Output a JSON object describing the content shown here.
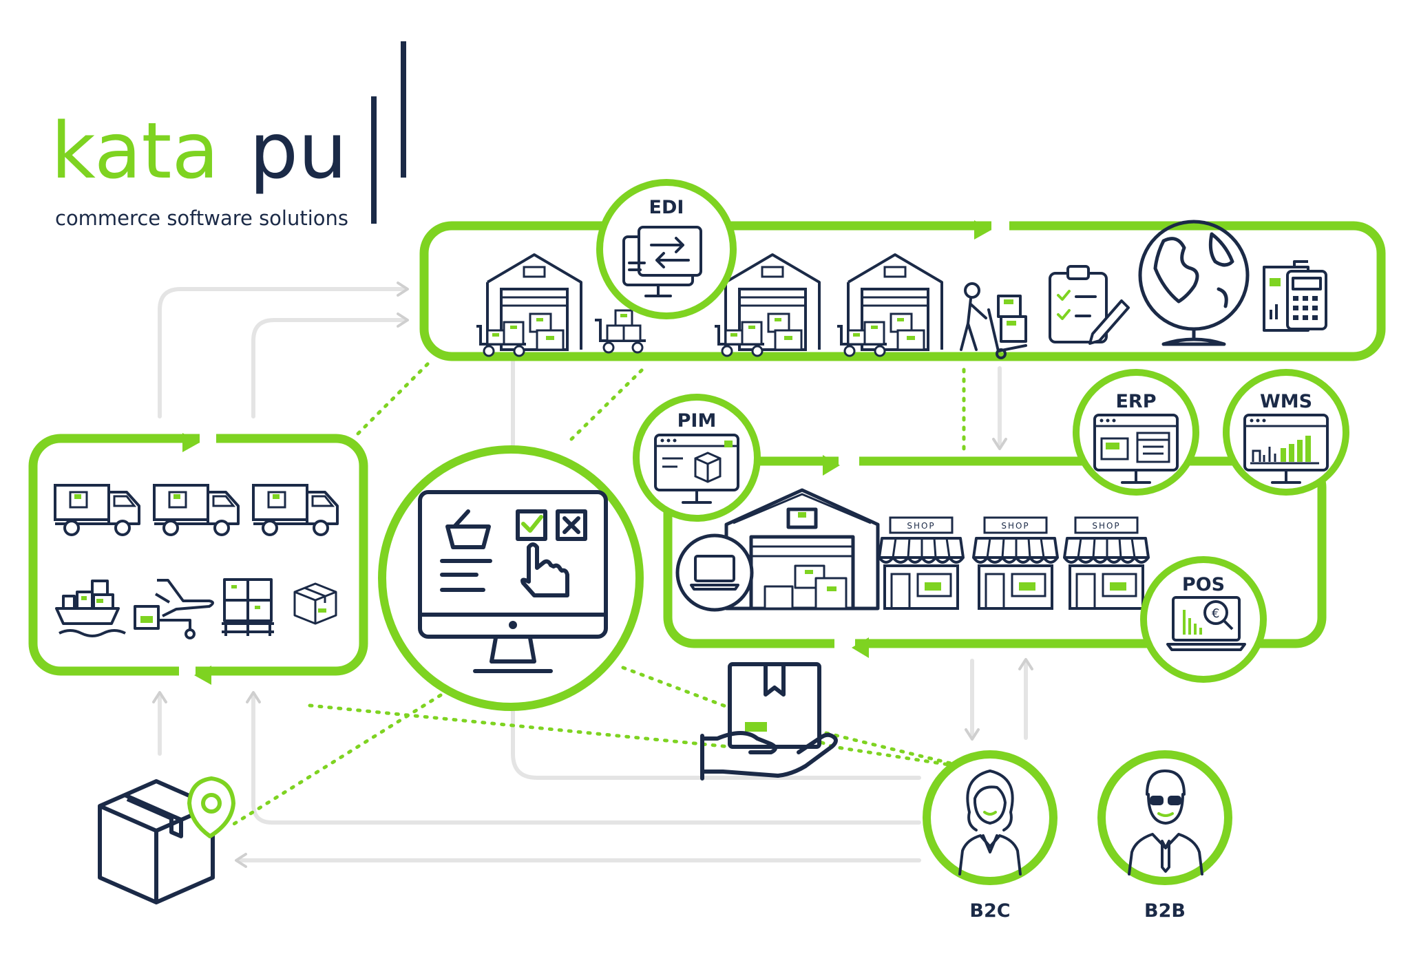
{
  "colors": {
    "green": "#7ed321",
    "navy": "#1b2a47",
    "gray": "#e2e2e2",
    "grayArrow": "#cfcfcf"
  },
  "logo": {
    "brand_green": "kata",
    "brand_navy": "pu",
    "tagline": "commerce software solutions"
  },
  "systems": {
    "edi": "EDI",
    "pim": "PIM",
    "erp": "ERP",
    "wms": "WMS",
    "pos": "POS"
  },
  "shop_label": "SHOP",
  "customers": {
    "b2c": "B2C",
    "b2b": "B2B"
  },
  "icons": {
    "logistics": [
      "truck-icon",
      "truck-icon",
      "truck-icon",
      "cargo-ship-icon",
      "air-freight-icon",
      "pallet-icon",
      "package-icon"
    ],
    "supply": [
      "warehouse-icon",
      "warehouse-icon",
      "warehouse-icon",
      "worker-hand-truck-icon",
      "checklist-icon",
      "globe-icon",
      "invoice-calculator-icon"
    ],
    "retail": [
      "laptop-icon",
      "central-warehouse-icon",
      "shop-icon",
      "shop-icon",
      "shop-icon"
    ],
    "center": [
      "webshop-monitor-icon",
      "package-hand-icon",
      "location-package-icon"
    ]
  }
}
